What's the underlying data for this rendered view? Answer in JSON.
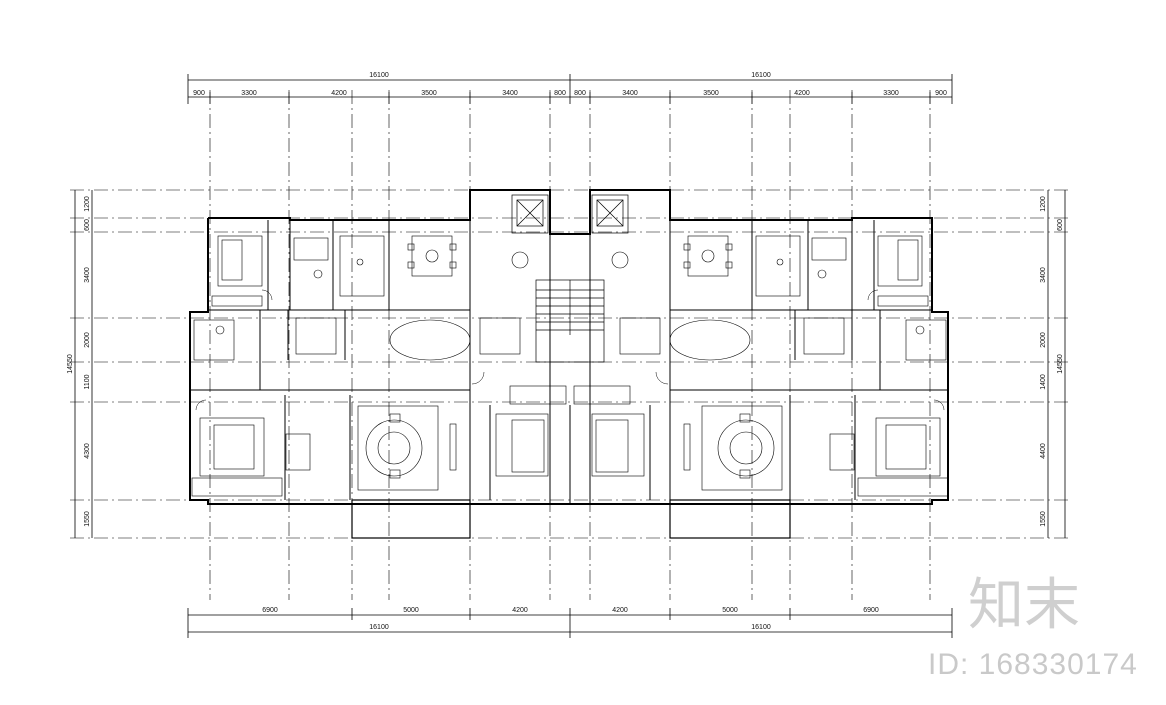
{
  "top_totals": [
    "16100",
    "16100"
  ],
  "top_dims": [
    "900",
    "3300",
    "4200",
    "3500",
    "3400",
    "800",
    "800",
    "3400",
    "3500",
    "4200",
    "3300",
    "900"
  ],
  "bottom_dims": [
    "6900",
    "5000",
    "4200",
    "4200",
    "5000",
    "6900"
  ],
  "bottom_totals": [
    "16100",
    "16100"
  ],
  "left_dims": [
    "1200",
    "14550",
    "600",
    "3400",
    "2000",
    "1100",
    "4300",
    "1550"
  ],
  "right_dims": [
    "1200",
    "14550",
    "600",
    "3400",
    "2000",
    "1400",
    "4400",
    "1550"
  ],
  "watermark": {
    "logo_text": "知末",
    "id_text": "ID: 168330174"
  }
}
